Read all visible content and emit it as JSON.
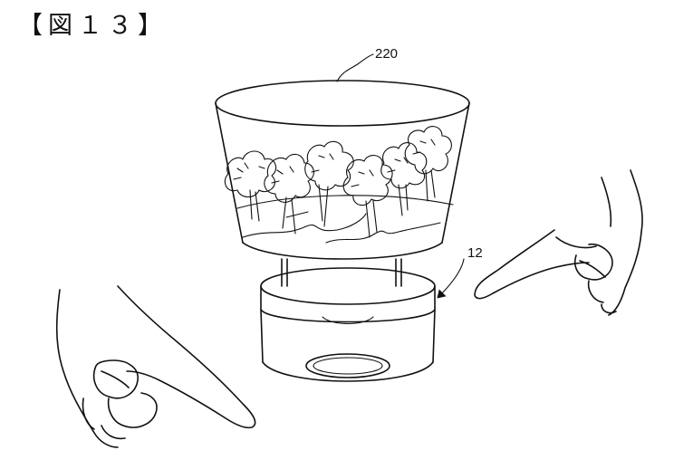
{
  "figure": {
    "title": "【図１３】",
    "labels": {
      "display": "220",
      "device": "12"
    }
  }
}
